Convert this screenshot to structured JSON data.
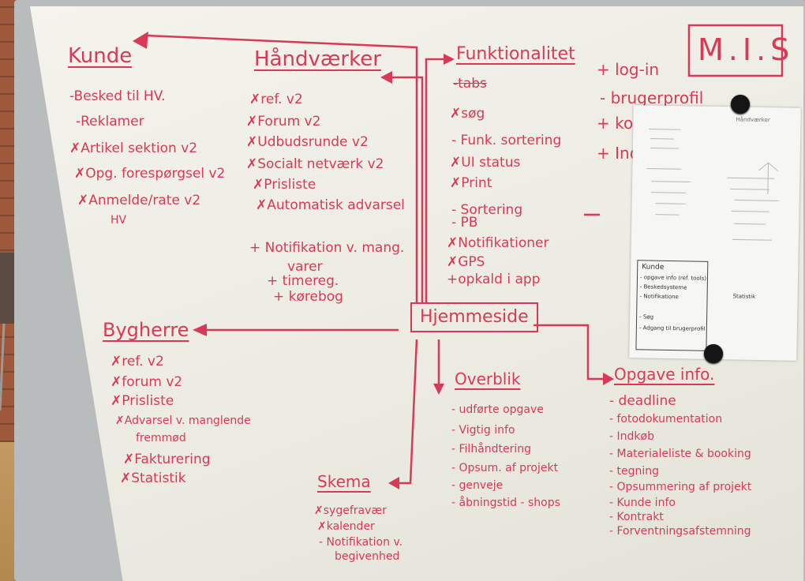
{
  "colors": {
    "marker": "#d83a55",
    "board": "#f1f0e8",
    "frame": "#b9bcbc"
  },
  "logo": "M.I.S",
  "center": "Hjemmeside",
  "kunde": {
    "title": "Kunde",
    "items": [
      "-Besked til HV.",
      "-Reklamer",
      "Artikel sektion v2",
      "Opg. forespørgsel v2",
      "Anmelde/rate v2",
      "HV"
    ]
  },
  "handvaerker": {
    "title": "Håndværker",
    "items": [
      "ref. v2",
      "Forum v2",
      "Udbudsrunde v2",
      "Socialt netværk v2",
      "Prisliste",
      "Automatisk advarsel"
    ],
    "extra": [
      "Notifikation v. mang.",
      "varer",
      "timereg.",
      "kørebog"
    ]
  },
  "funktionalitet": {
    "title": "Funktionalitet",
    "items": [
      "-tabs",
      "søg",
      "- Funk. sortering",
      "UI status",
      "Print",
      "- Sortering",
      "- PB",
      "Notifikationer",
      "GPS",
      "opkald i app"
    ]
  },
  "right_list": [
    "log-in",
    "- brugerprofil",
    "kontakt",
    "Indstil"
  ],
  "bygherre": {
    "title": "Bygherre",
    "items": [
      "ref. v2",
      "forum v2",
      "Prisliste",
      "Advarsel v. manglende",
      "fremmød",
      "Fakturering",
      "Statistik"
    ]
  },
  "overblik": {
    "title": "Overblik",
    "items": [
      "- udførte opgave",
      "- Vigtig info",
      "- Filhåndtering",
      "- Opsum. af projekt",
      "- genveje",
      "- åbningstid - shops"
    ]
  },
  "skema": {
    "title": "Skema",
    "items": [
      "sygefravær",
      "kalender",
      "- Notifikation v.",
      "begivenhed"
    ]
  },
  "opgave": {
    "title": "Opgave info.",
    "items": [
      "- deadline",
      "- fotodokumentation",
      "- Indkøb",
      "- Materialeliste & booking",
      "- tegning",
      "- Opsummering af projekt",
      "- Kunde info",
      "- Kontrakt",
      "- Forventningsafstemning"
    ]
  },
  "paper": {
    "box_title": "Kunde",
    "box_items": [
      "- opgave info (ref. tools)",
      "- Beskedsysteme",
      "- Notifikatione",
      "- Søg",
      "- Adgang til brugerprofil"
    ],
    "right_title": "Håndværker",
    "side_title": "Statistik"
  }
}
